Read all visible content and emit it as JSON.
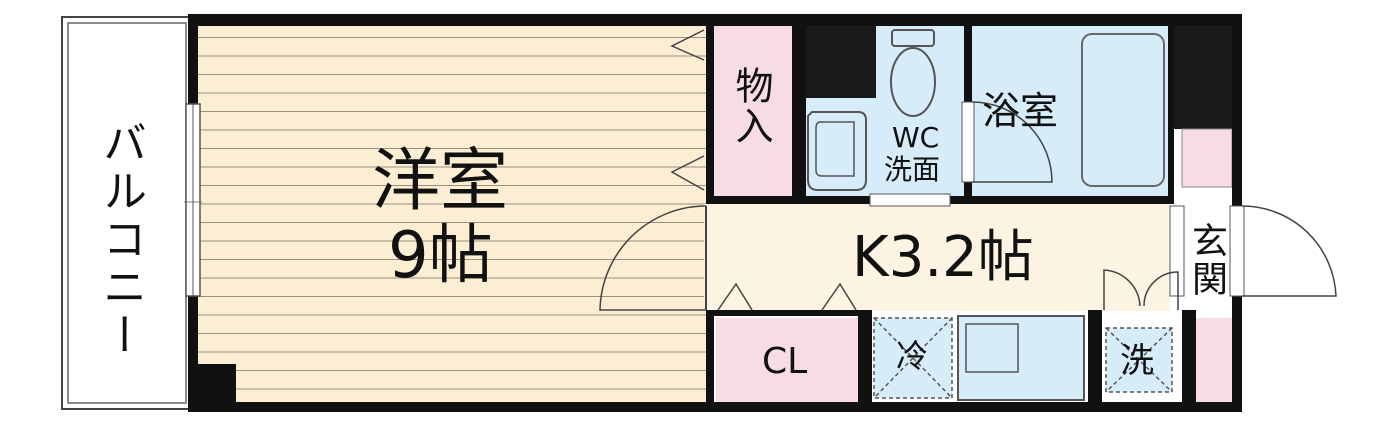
{
  "rooms": {
    "balcony": "バルコニー",
    "western_room": {
      "name": "洋室",
      "size": "9帖"
    },
    "storage": "物入",
    "wc": {
      "line1": "WC",
      "line2": "洗面"
    },
    "bath": "浴室",
    "kitchen": "K3.2帖",
    "entrance": "玄関",
    "closet": "CL",
    "fridge": "冷",
    "washer": "洗"
  },
  "colors": {
    "wall": "#111111",
    "floor_western": "#fbeed3",
    "floor_kitchen": "#fdf3e2",
    "storage_pink": "#f7dce8",
    "wet_blue": "#d6ecf9",
    "hatch_dark": "#1a1a1a"
  }
}
